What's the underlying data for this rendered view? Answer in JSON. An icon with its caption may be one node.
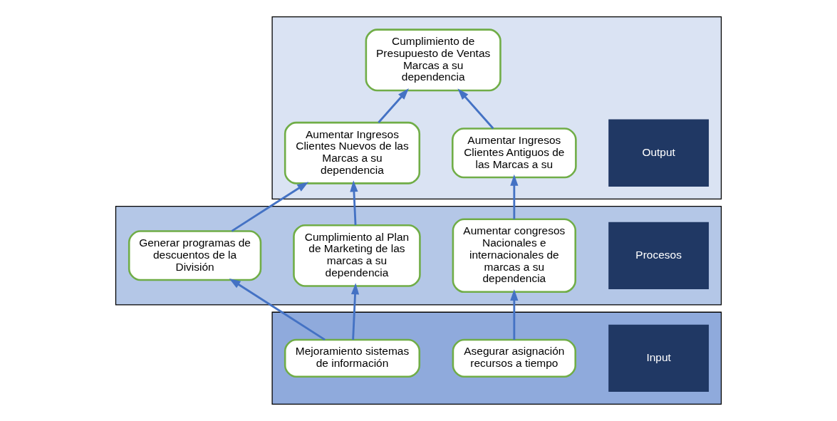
{
  "diagram": {
    "nodes": [
      {
        "text": [],
        "shape": "band"
      },
      {
        "text": [
          "Output"
        ],
        "in": 0
      },
      {
        "text": [
          "Cumplimiento de Presupuesto de Ventas Marcas a su dependencia"
        ],
        "in": 0
      },
      {
        "text": [
          "Aumentar Ingresos Clientes Antiguos de las Marcas a su"
        ],
        "in": 0
      },
      {
        "text": [
          "Aumentar Ingresos Clientes Nuevos de las Marcas a su dependencia"
        ],
        "in": 0
      },
      {
        "text": [],
        "shape": "band"
      },
      {
        "text": [
          "Procesos"
        ],
        "in": 5
      },
      {
        "text": [
          "Aumentar congresos Nacionales e internacionales de marcas a su dependencia"
        ],
        "in": 5
      },
      {
        "text": [
          "Cumplimiento al Plan de Marketing de las marcas a su dependencia"
        ],
        "in": 5
      },
      {
        "text": [
          "Generar programas de descuentos de la División"
        ],
        "in": 5
      },
      {
        "text": [],
        "shape": "band"
      },
      {
        "text": [
          "Input"
        ],
        "in": 10
      },
      {
        "text": [
          "Asegurar asignación recursos a tiempo"
        ],
        "in": 10
      },
      {
        "text": [
          "Mejoramiento sistemas de información"
        ],
        "in": 10
      }
    ],
    "edges": [
      {
        "from": 3,
        "to": 2,
        "arrow": "to"
      },
      {
        "from": 4,
        "to": 2,
        "arrow": "to"
      },
      {
        "from": 7,
        "to": 3,
        "arrow": "to"
      },
      {
        "from": 8,
        "to": 4,
        "arrow": "to"
      },
      {
        "from": 9,
        "to": 4,
        "arrow": "to"
      },
      {
        "from": 12,
        "to": 7,
        "arrow": "to"
      },
      {
        "from": 13,
        "to": 8,
        "arrow": "to"
      },
      {
        "from": 13,
        "to": 9,
        "arrow": "to"
      }
    ]
  }
}
